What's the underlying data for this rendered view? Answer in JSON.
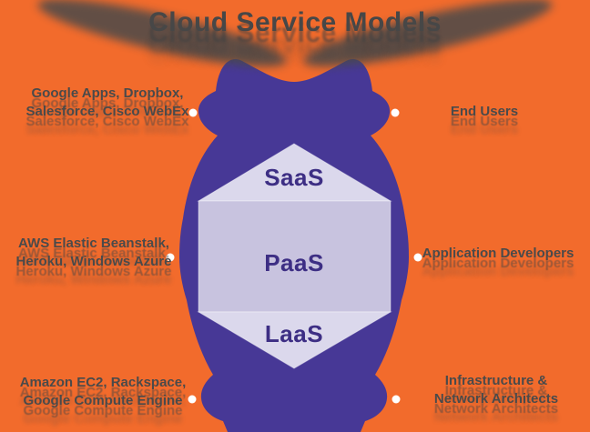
{
  "title": "Cloud Service Models",
  "hexagon": {
    "layers": [
      {
        "id": "saas",
        "label": "SaaS"
      },
      {
        "id": "paas",
        "label": "PaaS"
      },
      {
        "id": "laas",
        "label": "LaaS"
      }
    ]
  },
  "left_labels": [
    {
      "id": "saas-examples",
      "lines": [
        "Google Apps, Dropbox,",
        "Salesforce, Cisco WebEx"
      ]
    },
    {
      "id": "paas-examples",
      "lines": [
        "AWS Elastic Beanstalk,",
        "Heroku, Windows Azure"
      ]
    },
    {
      "id": "iaas-examples",
      "lines": [
        "Amazon EC2, Rackspace,",
        "Google Compute Engine"
      ]
    }
  ],
  "right_labels": [
    {
      "id": "saas-users",
      "lines": [
        "End Users"
      ]
    },
    {
      "id": "paas-users",
      "lines": [
        "Application Developers"
      ]
    },
    {
      "id": "iaas-users",
      "lines": [
        "Infrastructure &",
        "Network Architects"
      ]
    }
  ],
  "colors": {
    "background_orange": "#F26B2C",
    "cloud_blob_purple": "#473896",
    "hexagon_light": "#DBD8EC",
    "hexagon_mid": "#C8C3DF",
    "hexagon_text_purple": "#3D2E84",
    "label_text_gray": "#4A4A4A",
    "connector_dot_white": "#FFFFFF"
  }
}
